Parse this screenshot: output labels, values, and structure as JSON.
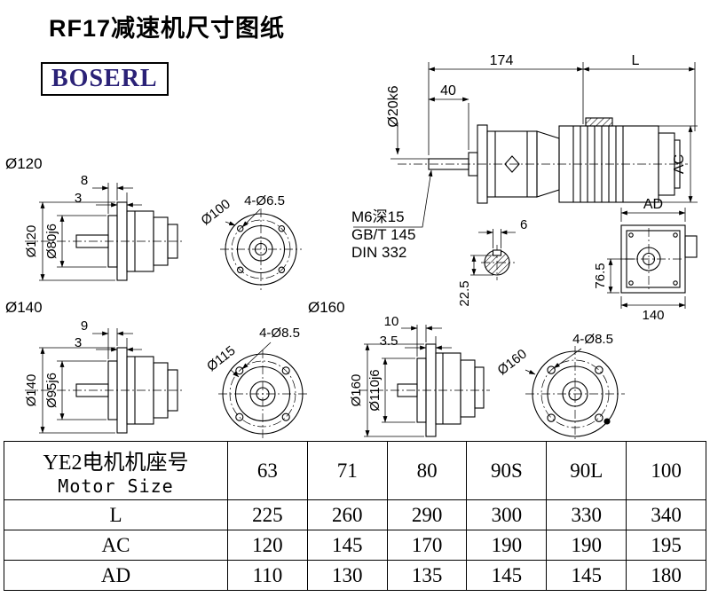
{
  "page": {
    "title": "RF17减速机尺寸图纸",
    "brand": "BOSERL"
  },
  "colors": {
    "brand_text": "#2b2277",
    "line": "#000000",
    "background": "#ffffff"
  },
  "main_view": {
    "dim_length_front": "174",
    "dim_length_motor": "L",
    "dim_shaft_length": "40",
    "shaft_diameter": "Ø20k6",
    "dim_motor_height": "AC",
    "tap_note": "M6深15",
    "tap_standard": "GB/T 145",
    "center_hole_standard": "DIN 332"
  },
  "flange_views": [
    {
      "label": "Ø120",
      "dim_boss_depth": "8",
      "dim_step": "3",
      "flange_diameter": "Ø120",
      "spigot_diameter": "Ø80j6",
      "bolt_circle": "Ø100",
      "bolt_holes": "4-Ø6.5"
    },
    {
      "label": "Ø140",
      "dim_boss_depth": "9",
      "dim_step": "3",
      "flange_diameter": "Ø140",
      "spigot_diameter": "Ø95j6",
      "bolt_circle": "Ø115",
      "bolt_holes": "4-Ø8.5"
    },
    {
      "label": "Ø160",
      "dim_boss_depth": "10",
      "dim_step": "3.5",
      "flange_diameter": "Ø160",
      "spigot_diameter": "Ø110j6",
      "bolt_circle": "Ø160",
      "bolt_holes": "4-Ø8.5"
    }
  ],
  "shaft_section": {
    "key_width": "6",
    "section_depth": "22.5"
  },
  "end_view": {
    "dim_width_top": "AD",
    "dim_height": "76.5",
    "dim_width_bottom": "140"
  },
  "table": {
    "header": {
      "motor_label_cn": "YE2电机机座号",
      "motor_label_en": "Motor Size",
      "sizes": [
        "63",
        "71",
        "80",
        "90S",
        "90L",
        "100"
      ]
    },
    "rows": [
      {
        "label": "L",
        "values": [
          "225",
          "260",
          "290",
          "300",
          "330",
          "340"
        ]
      },
      {
        "label": "AC",
        "values": [
          "120",
          "145",
          "170",
          "190",
          "190",
          "195"
        ]
      },
      {
        "label": "AD",
        "values": [
          "110",
          "130",
          "135",
          "145",
          "145",
          "180"
        ]
      }
    ]
  }
}
